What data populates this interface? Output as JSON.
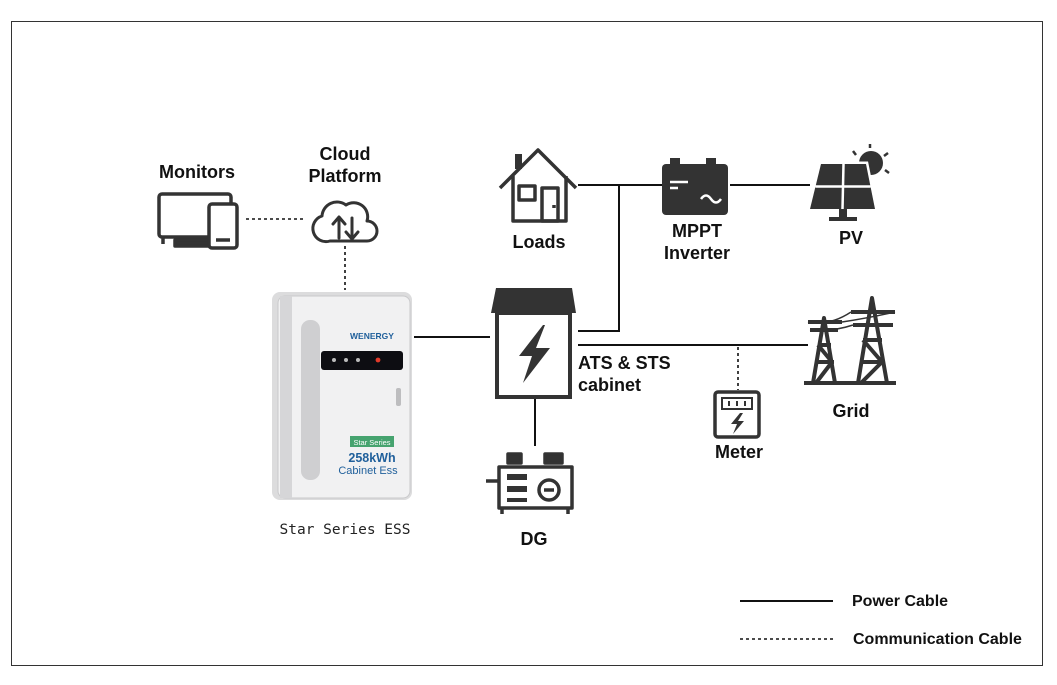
{
  "nodes": {
    "monitors": "Monitors",
    "cloud_line1": "Cloud",
    "cloud_line2": "Platform",
    "loads": "Loads",
    "mppt_line1": "MPPT",
    "mppt_line2": "Inverter",
    "pv": "PV",
    "ats_line1": "ATS & STS",
    "ats_line2": "cabinet",
    "meter": "Meter",
    "grid": "Grid",
    "dg": "DG",
    "ess": "Star Series ESS"
  },
  "ess_panel": {
    "brand": "WENERGY",
    "series": "Star Series",
    "capacity": "258kWh",
    "model": "Cabinet Ess"
  },
  "legend": {
    "power": "Power Cable",
    "communication": "Communication Cable"
  },
  "colors": {
    "line": "#111111",
    "cabinet_body": "#e9e9ea",
    "brand_blue": "#1f5f9b",
    "series_green": "#46a36f"
  }
}
